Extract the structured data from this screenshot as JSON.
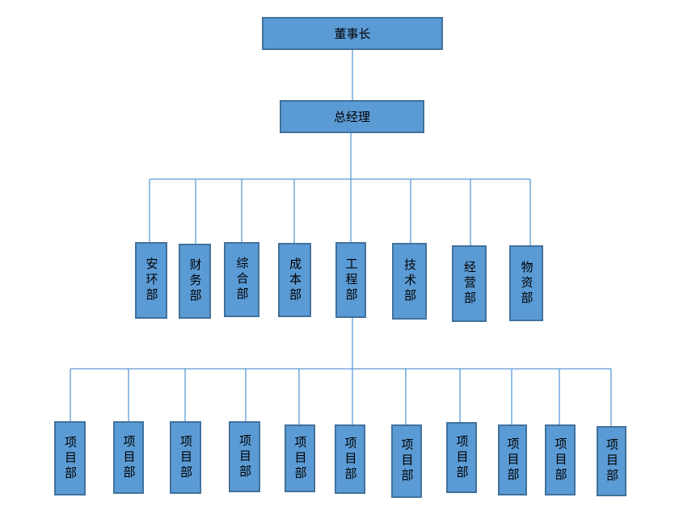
{
  "chart": {
    "root": "董事长",
    "general_manager": "总经理",
    "departments": [
      "安环部",
      "财务部",
      "综合部",
      "成本部",
      "工程部",
      "技术部",
      "经营部",
      "物资部"
    ],
    "projects": [
      "项目部",
      "项目部",
      "项目部",
      "项目部",
      "项目部",
      "项目部",
      "项目部",
      "项目部",
      "项目部",
      "项目部",
      "项目部"
    ]
  },
  "colors": {
    "box_fill": "#5b9bd5",
    "box_border": "#41719c",
    "line": "#5b9bd5"
  }
}
